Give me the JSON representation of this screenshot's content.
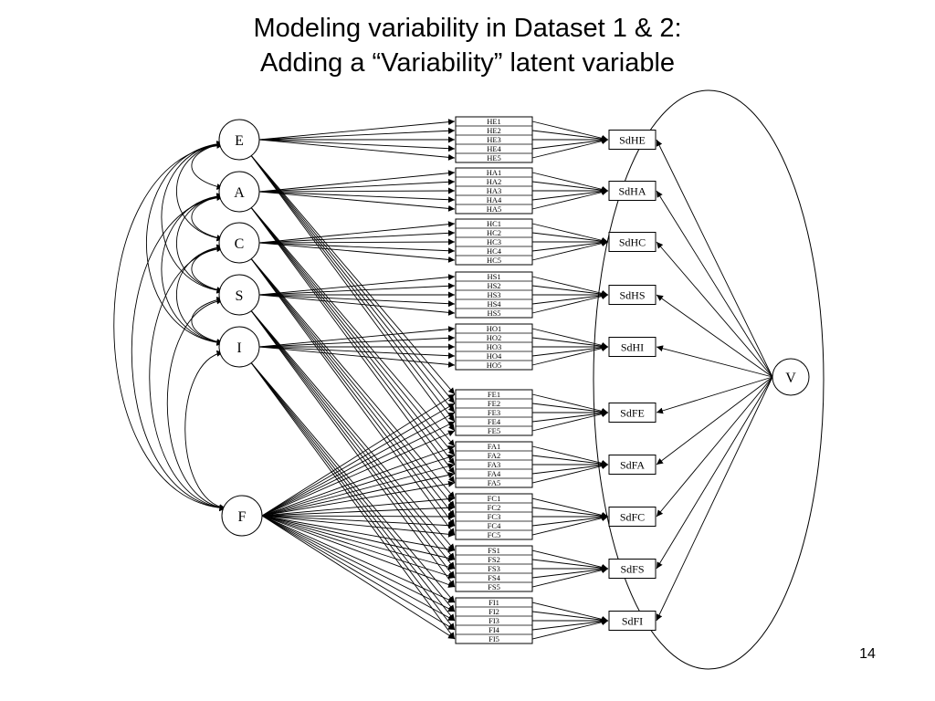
{
  "slide": {
    "title_line1": "Modeling variability in Dataset 1 & 2:",
    "title_line2": "Adding a “Variability” latent variable",
    "page_number": "14"
  },
  "diagram": {
    "latent_factors": [
      {
        "id": "E",
        "label": "E"
      },
      {
        "id": "A",
        "label": "A"
      },
      {
        "id": "C",
        "label": "C"
      },
      {
        "id": "S",
        "label": "S"
      },
      {
        "id": "I",
        "label": "I"
      }
    ],
    "method_factor": {
      "id": "F",
      "label": "F"
    },
    "variability_factor": {
      "id": "V",
      "label": "V"
    },
    "item_groups": [
      {
        "group": "HE",
        "items": [
          "HE1",
          "HE2",
          "HE3",
          "HE4",
          "HE5"
        ],
        "sd": "SdHE"
      },
      {
        "group": "HA",
        "items": [
          "HA1",
          "HA2",
          "HA3",
          "HA4",
          "HA5"
        ],
        "sd": "SdHA"
      },
      {
        "group": "HC",
        "items": [
          "HC1",
          "HC2",
          "HC3",
          "HC4",
          "HC5"
        ],
        "sd": "SdHC"
      },
      {
        "group": "HS",
        "items": [
          "HS1",
          "HS2",
          "HS3",
          "HS4",
          "HS5"
        ],
        "sd": "SdHS"
      },
      {
        "group": "HO",
        "items": [
          "HO1",
          "HO2",
          "HO3",
          "HO4",
          "HO5"
        ],
        "sd": "SdHI"
      },
      {
        "group": "FE",
        "items": [
          "FE1",
          "FE2",
          "FE3",
          "FE4",
          "FE5"
        ],
        "sd": "SdFE"
      },
      {
        "group": "FA",
        "items": [
          "FA1",
          "FA2",
          "FA3",
          "FA4",
          "FA5"
        ],
        "sd": "SdFA"
      },
      {
        "group": "FC",
        "items": [
          "FC1",
          "FC2",
          "FC3",
          "FC4",
          "FC5"
        ],
        "sd": "SdFC"
      },
      {
        "group": "FS",
        "items": [
          "FS1",
          "FS2",
          "FS3",
          "FS4",
          "FS5"
        ],
        "sd": "SdFS"
      },
      {
        "group": "FI",
        "items": [
          "FI1",
          "FI2",
          "FI3",
          "FI4",
          "FI5"
        ],
        "sd": "SdFI"
      }
    ]
  }
}
